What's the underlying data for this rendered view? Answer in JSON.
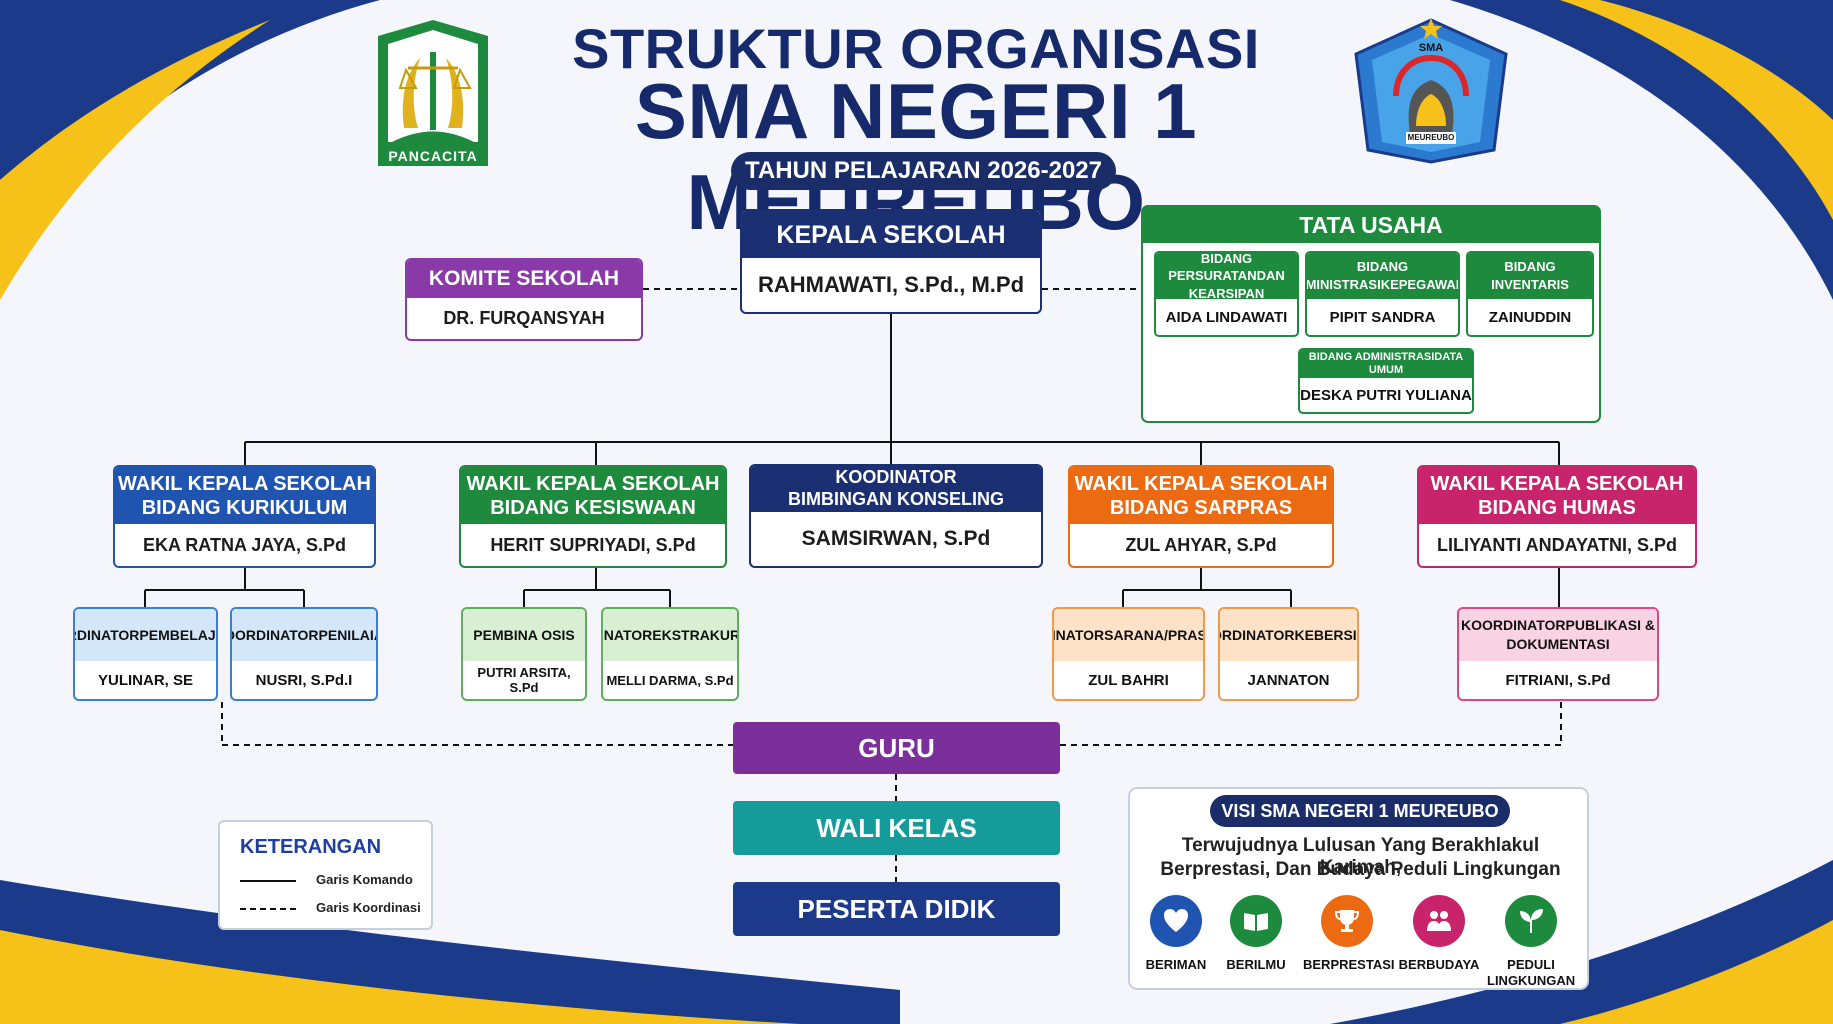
{
  "header": {
    "title_line1": "STRUKTUR ORGANISASI",
    "title_line2": "SMA NEGERI 1 MEUREUBO",
    "year": "TAHUN PELAJARAN 2026-2027"
  },
  "logos": {
    "left_label": "PANCACITA",
    "right_top": "SMA",
    "right_bottom": "MEUREUBO"
  },
  "kepala": {
    "title": "KEPALA SEKOLAH",
    "name": "RAHMAWATI, S.Pd., M.Pd"
  },
  "komite": {
    "title": "KOMITE SEKOLAH",
    "name": "DR. FURQANSYAH"
  },
  "tata_usaha": {
    "title": "TATA USAHA",
    "units": [
      {
        "title_l1": "BIDANG PERSURATAN",
        "title_l2": "DAN KEARSIPAN",
        "name": "AIDA LINDAWATI"
      },
      {
        "title_l1": "BIDANG ADMINISTRASI",
        "title_l2": "KEPEGAWAIAN",
        "name": "PIPIT SANDRA"
      },
      {
        "title_l1": "BIDANG INVENTARIS",
        "title_l2": "",
        "name": "ZAINUDDIN"
      },
      {
        "title_l1": "BIDANG ADMINISTRASI",
        "title_l2": "DATA UMUM",
        "name": "DESKA PUTRI YULIANA"
      }
    ]
  },
  "wakil": [
    {
      "title_l1": "WAKIL KEPALA SEKOLAH",
      "title_l2": "BIDANG KURIKULUM",
      "name": "EKA RATNA JAYA, S.Pd"
    },
    {
      "title_l1": "WAKIL KEPALA SEKOLAH",
      "title_l2": "BIDANG KESISWAAN",
      "name": "HERIT SUPRIYADI, S.Pd"
    },
    {
      "title_l1": "KOODINATOR",
      "title_l2": "BIMBINGAN KONSELING",
      "name": "SAMSIRWAN, S.Pd"
    },
    {
      "title_l1": "WAKIL KEPALA SEKOLAH",
      "title_l2": "BIDANG SARPRAS",
      "name": "ZUL AHYAR, S.Pd"
    },
    {
      "title_l1": "WAKIL KEPALA SEKOLAH",
      "title_l2": "BIDANG HUMAS",
      "name": "LILIYANTI ANDAYATNI, S.Pd"
    }
  ],
  "koordinator": [
    {
      "title_l1": "KOORDINATOR",
      "title_l2": "PEMBELAJARAN",
      "name": "YULINAR, SE"
    },
    {
      "title_l1": "KOORDINATOR",
      "title_l2": "PENILAIAN",
      "name": "NUSRI, S.Pd.I"
    },
    {
      "title_l1": "PEMBINA OSIS",
      "title_l2": "",
      "name": "PUTRI ARSITA, S.Pd"
    },
    {
      "title_l1": "KOORDINATOR",
      "title_l2": "EKSTRAKURIKULER",
      "name": "MELLI DARMA, S.Pd"
    },
    {
      "title_l1": "KOORDINATOR",
      "title_l2": "SARANA/PRASARANA",
      "name": "ZUL BAHRI"
    },
    {
      "title_l1": "KOORDINATOR",
      "title_l2": "KEBERSIHAN",
      "name": "JANNATON"
    },
    {
      "title_l1": "KOORDINATOR",
      "title_l2": "PUBLIKASI & DOKUMENTASI",
      "name": "FITRIANI, S.Pd"
    }
  ],
  "bottom": {
    "guru": "GURU",
    "wali": "WALI KELAS",
    "peserta": "PESERTA DIDIK"
  },
  "legend": {
    "title": "KETERANGAN",
    "solid": "Garis Komando",
    "dashed": "Garis Koordinasi"
  },
  "visi": {
    "title": "VISI SMA NEGERI 1 MEUREUBO",
    "line1": "Terwujudnya Lulusan Yang Berakhlakul Karimah,",
    "line2": "Berprestasi, Dan Budaya Peduli Lingkungan",
    "items": [
      {
        "l1": "BERIMAN",
        "l2": ""
      },
      {
        "l1": "BERILMU",
        "l2": ""
      },
      {
        "l1": "BERPRESTASI",
        "l2": ""
      },
      {
        "l1": "BERBUDAYA",
        "l2": ""
      },
      {
        "l1": "PEDULI",
        "l2": "LINGKUNGAN"
      }
    ]
  },
  "colors": {
    "navy": "#1b2f73",
    "purple": "#8a3aa8",
    "blue": "#1f54b0",
    "green": "#1e8a3e",
    "orange": "#ec6b12",
    "magenta": "#c8246b",
    "guru": "#7a2f9a",
    "wali": "#169b9b",
    "peserta": "#1d3a8a"
  }
}
